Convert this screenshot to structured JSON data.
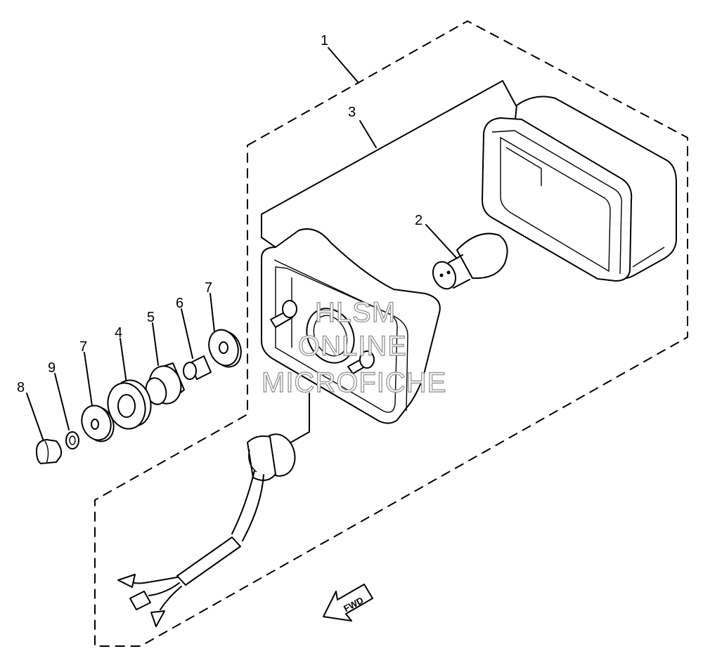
{
  "callouts": {
    "c1": "1",
    "c2": "2",
    "c3": "3",
    "c4": "4",
    "c5": "5",
    "c6": "6",
    "c7a": "7",
    "c7b": "7",
    "c8": "8",
    "c9": "9"
  },
  "fwd_label": "FWD",
  "watermark": {
    "line1": "HLSM",
    "line2": "ONLINE",
    "line3": "MICROFICHE"
  }
}
